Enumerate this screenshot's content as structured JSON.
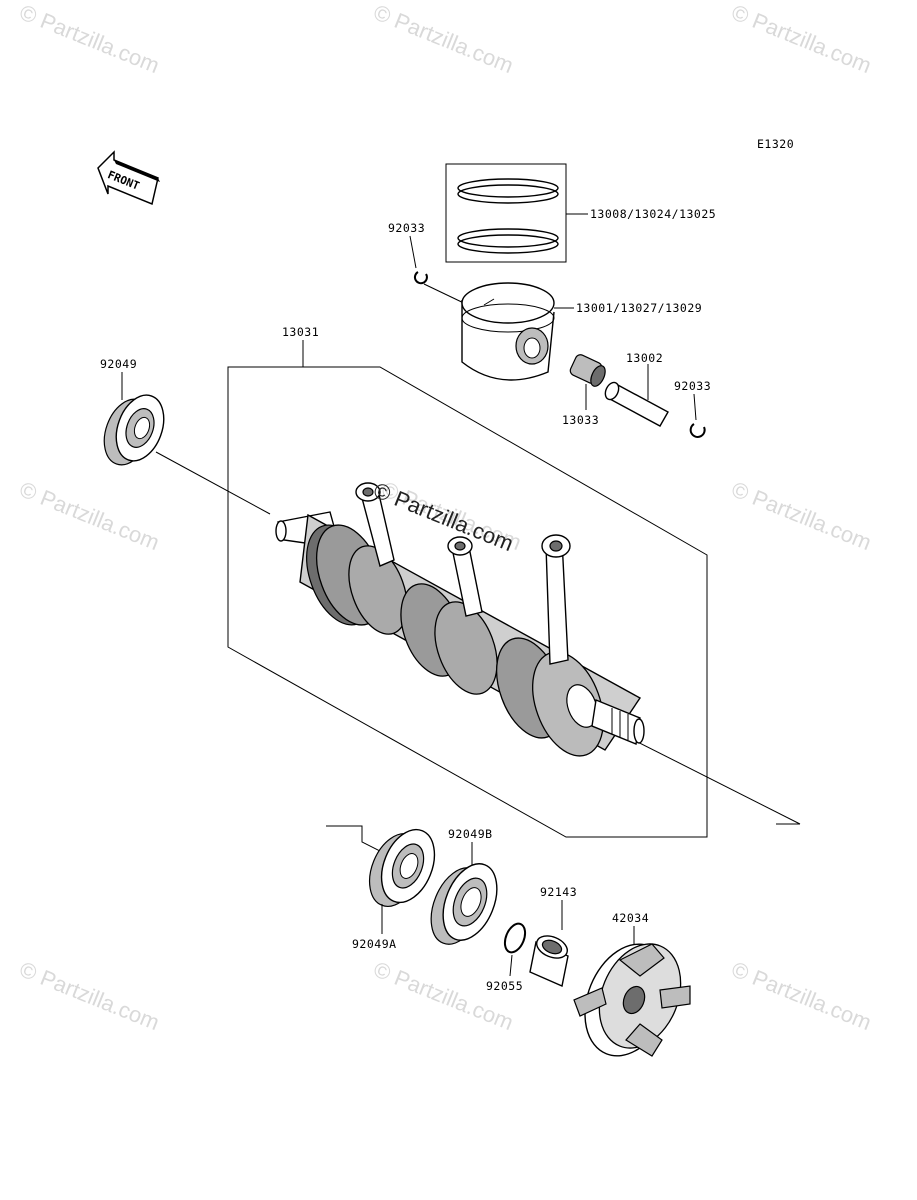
{
  "diagram_code": "E1320",
  "front_label": "FRONT",
  "watermarks": [
    "© Partzilla.com",
    "© Partzilla.com",
    "© Partzilla.com",
    "© Partzilla.com",
    "© Partzilla.com",
    "© Partzilla.com",
    "© Partzilla.com",
    "© Partzilla.com",
    "© Partzilla.com"
  ],
  "center_watermark": "© Partzilla.com",
  "parts": {
    "piston_rings": "13008/13024/13025",
    "piston": "13001/13027/13029",
    "circlip_left": "92033",
    "circlip_right": "92033",
    "piston_pin": "13002",
    "needle_bearing": "13033",
    "crankshaft_assy": "13031",
    "oil_seal_left": "92049",
    "bearing_a": "92049A",
    "bearing_b": "92049B",
    "collar": "92143",
    "o_ring": "92055",
    "coupling": "42034"
  }
}
